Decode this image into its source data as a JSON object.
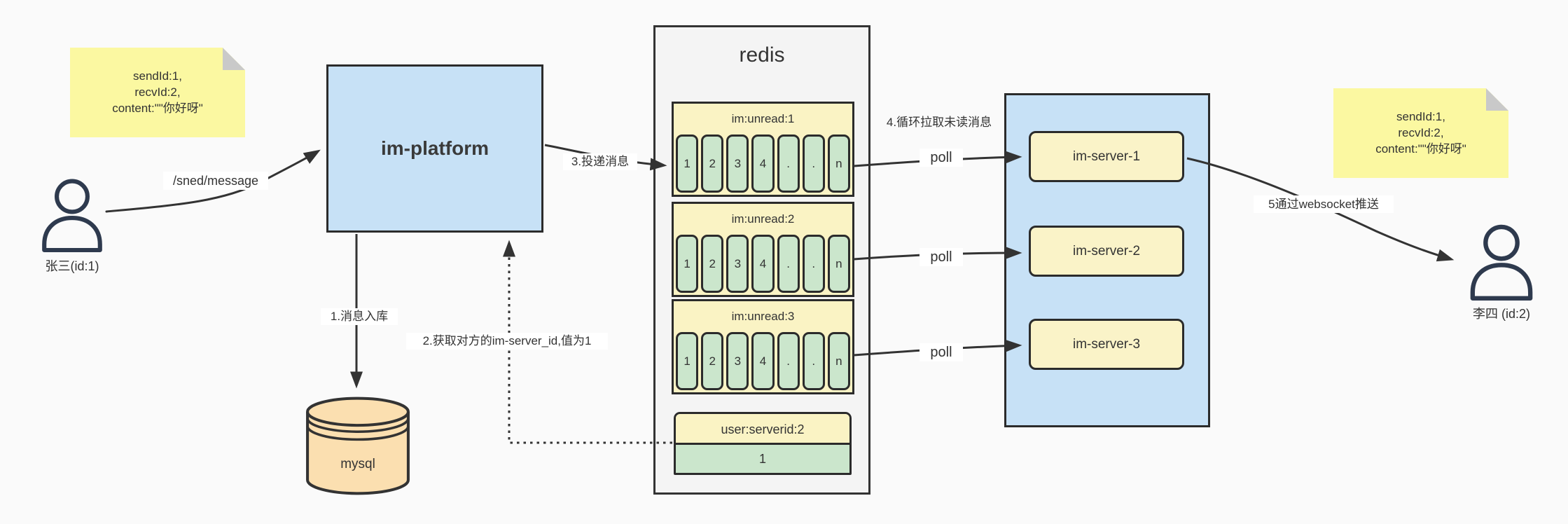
{
  "colors": {
    "background": "#fafafa",
    "note_yellow": "#fbf8a1",
    "box_blue": "#c7e1f6",
    "cream_yellow": "#faf3c4",
    "cell_green": "#cbe6cc",
    "mysql_orange": "#fbdfb0",
    "panel_gray": "#f4f4f4",
    "line_dark": "#333333"
  },
  "notes": {
    "left": {
      "line1": "sendId:1,",
      "line2": "recvId:2,",
      "line3": "content:\"\"你好呀\""
    },
    "right": {
      "line1": "sendId:1,",
      "line2": "recvId:2,",
      "line3": "content:\"\"你好呀\""
    }
  },
  "actors": {
    "sender": {
      "label": "张三(id:1)"
    },
    "receiver": {
      "label": "李四 (id:2)"
    }
  },
  "platform": {
    "label": "im-platform"
  },
  "database": {
    "label": "mysql"
  },
  "redis": {
    "title": "redis",
    "queues": [
      {
        "name": "im:unread:1",
        "cells": [
          "1",
          "2",
          "3",
          "4",
          ".",
          ".",
          "n"
        ]
      },
      {
        "name": "im:unread:2",
        "cells": [
          "1",
          "2",
          "3",
          "4",
          ".",
          ".",
          "n"
        ]
      },
      {
        "name": "im:unread:3",
        "cells": [
          "1",
          "2",
          "3",
          "4",
          ".",
          ".",
          "n"
        ]
      }
    ],
    "kv": {
      "name": "user:serverid:2",
      "value": "1"
    }
  },
  "servers": [
    {
      "label": "im-server-1"
    },
    {
      "label": "im-server-2"
    },
    {
      "label": "im-server-3"
    }
  ],
  "labels": {
    "send": "/sned/message",
    "store": "1.消息入库",
    "lookup": "2.获取对方的im-server_id,值为1",
    "deliver": "3.投递消息",
    "pull": "4.循环拉取未读消息",
    "poll1": "poll",
    "poll2": "poll",
    "poll3": "poll",
    "push": "5通过websocket推送"
  }
}
